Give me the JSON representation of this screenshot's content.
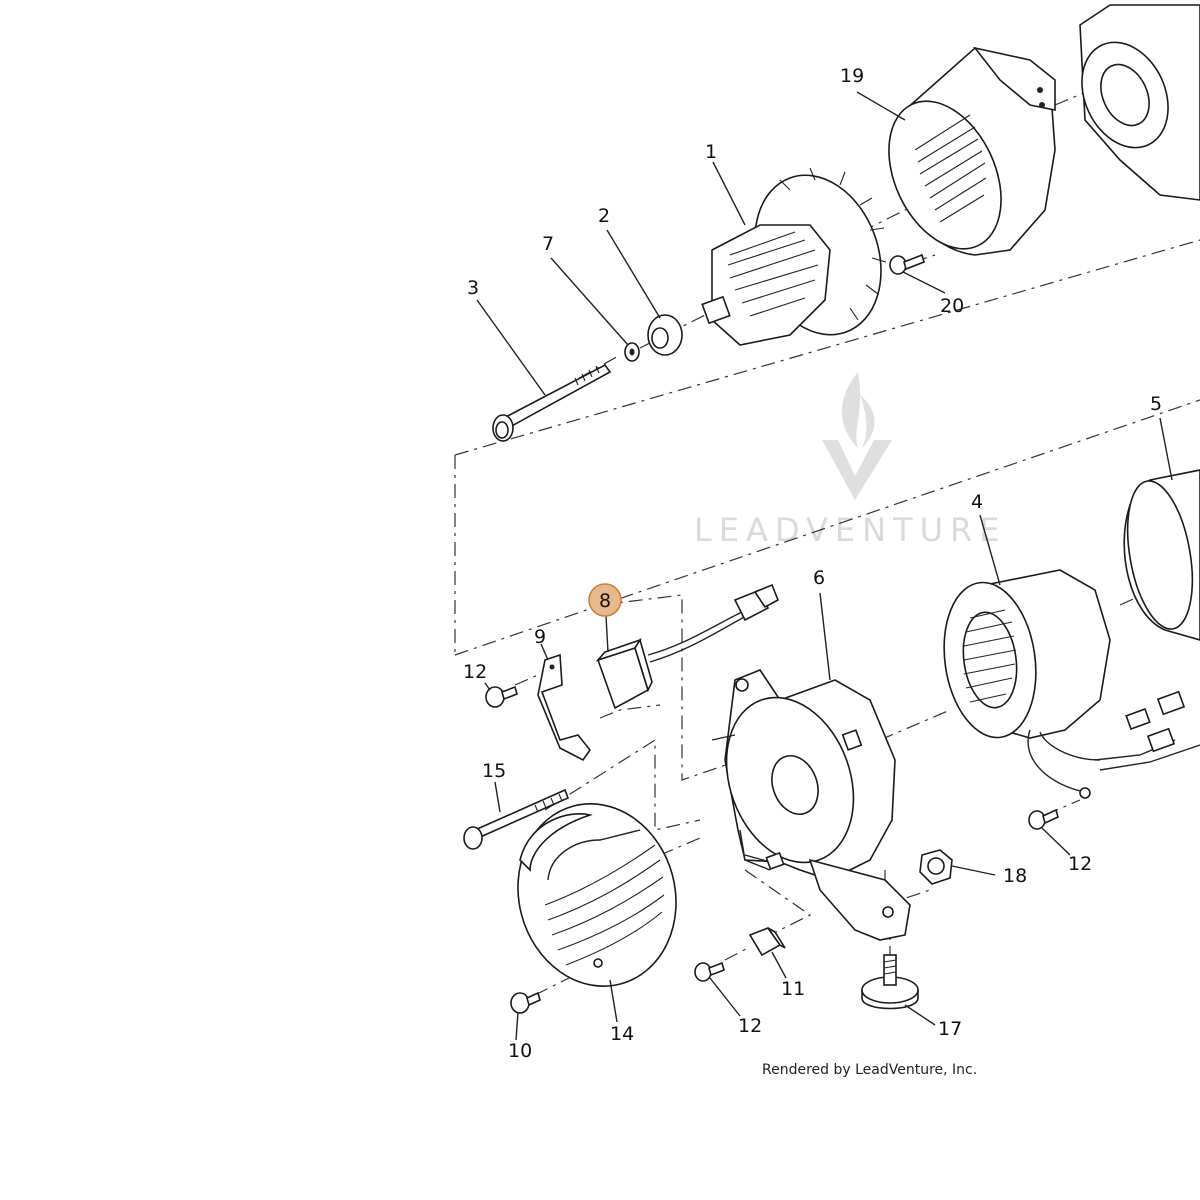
{
  "diagram": {
    "parts": [
      "1",
      "2",
      "3",
      "4",
      "5",
      "6",
      "7",
      "8",
      "9",
      "10",
      "11",
      "12",
      "14",
      "15",
      "17",
      "18",
      "19",
      "20"
    ],
    "highlighted_part": "8",
    "highlight_color": "#e8b98a",
    "labels": {
      "p19": "19",
      "p1": "1",
      "p2": "2",
      "p7": "7",
      "p3": "3",
      "p20": "20",
      "p5": "5",
      "p4": "4",
      "p6": "6",
      "p8": "8",
      "p9": "9",
      "p12a": "12",
      "p12b": "12",
      "p12c": "12",
      "p15": "15",
      "p18": "18",
      "p11": "11",
      "p17": "17",
      "p14": "14",
      "p10": "10"
    },
    "watermark": "LEADVENTURE",
    "credit": "Rendered by LeadVenture, Inc."
  }
}
